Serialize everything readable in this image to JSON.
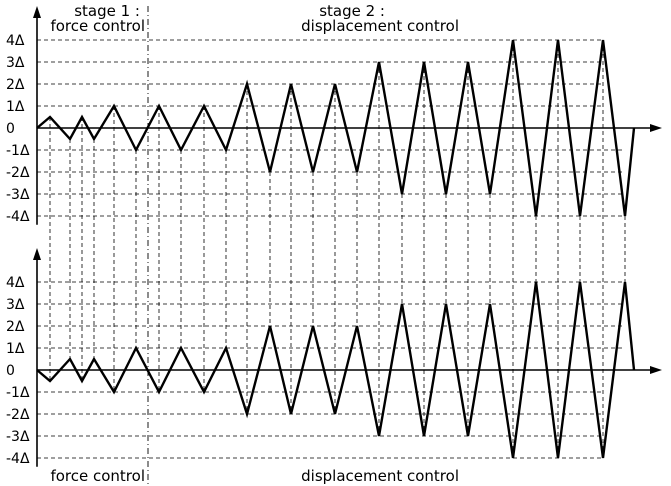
{
  "labels": {
    "stage1_title": "stage 1 :",
    "stage1_subtitle": "force control",
    "stage2_title": "stage 2 :",
    "stage2_subtitle": "displacement control",
    "bottom_left": "force control",
    "bottom_right": "displacement control"
  },
  "y_tick_labels": [
    "4Δ",
    "3Δ",
    "2Δ",
    "1Δ",
    "0",
    "-1Δ",
    "-2Δ",
    "-3Δ",
    "-4Δ"
  ],
  "top_series": [
    0,
    0.5,
    -0.5,
    0.5,
    -0.5,
    1,
    -1,
    1,
    -1,
    1,
    -1,
    2,
    -2,
    2,
    -2,
    2,
    -2,
    3,
    -3,
    3,
    -3,
    3,
    -3,
    4,
    -4,
    4,
    -4,
    4,
    -4,
    0
  ],
  "bottom_series": [
    0,
    -0.5,
    0.5,
    -0.5,
    0.5,
    -1,
    1,
    -1,
    1,
    -1,
    1,
    -2,
    2,
    -2,
    2,
    -2,
    2,
    -3,
    3,
    -3,
    3,
    -3,
    3,
    -4,
    4,
    -4,
    4,
    -4,
    4,
    0
  ],
  "colors": {
    "line": "#000000",
    "grid": "#000000",
    "background": "#ffffff"
  }
}
